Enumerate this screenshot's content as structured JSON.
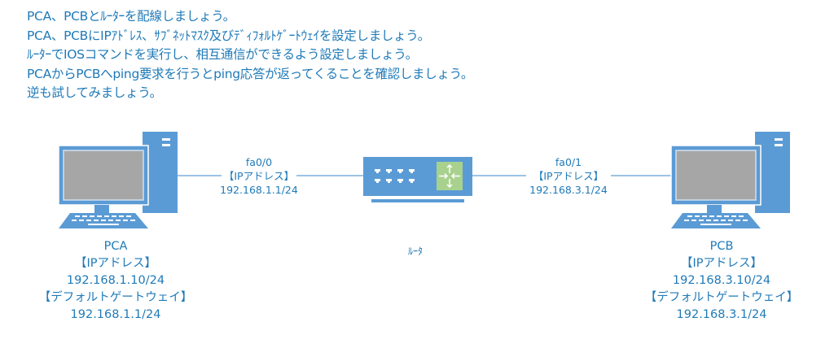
{
  "instructions": [
    "PCA、PCBとﾙｰﾀｰを配線しましょう。",
    "PCA、PCBにIPｱﾄﾞﾚｽ、ｻﾌﾞﾈｯﾄﾏｽｸ及びﾃﾞｨﾌｫﾙﾄｹﾞｰﾄｳｪｲを設定しましょう。",
    "ﾙｰﾀｰでIOSコマンドを実行し、相互通信ができるよう設定しましょう。",
    "PCAからPCBへping要求を行うとping応答が返ってくることを確認しましょう。",
    "逆も試してみましょう。"
  ],
  "colors": {
    "text": "#1f7ab8",
    "device": "#5b9bd5",
    "screen": "#a6a6a6",
    "router_port": "#a9d18e",
    "link": "#9dc3e6"
  },
  "router": {
    "label": "ﾙｰﾀ",
    "icon": "router-icon"
  },
  "links": [
    {
      "interface": "fa0/0",
      "ip_heading": "【IPアドレス】",
      "ip": "192.168.1.1/24"
    },
    {
      "interface": "fa0/1",
      "ip_heading": "【IPアドレス】",
      "ip": "192.168.3.1/24"
    }
  ],
  "hosts": [
    {
      "name": "PCA",
      "ip_heading": "【IPアドレス】",
      "ip": "192.168.1.10/24",
      "gw_heading": "【デフォルトゲートウェイ】",
      "gw": "192.168.1.1/24",
      "icon": "pc-icon"
    },
    {
      "name": "PCB",
      "ip_heading": "【IPアドレス】",
      "ip": "192.168.3.10/24",
      "gw_heading": "【デフォルトゲートウェイ】",
      "gw": "192.168.3.1/24",
      "icon": "pc-icon"
    }
  ]
}
